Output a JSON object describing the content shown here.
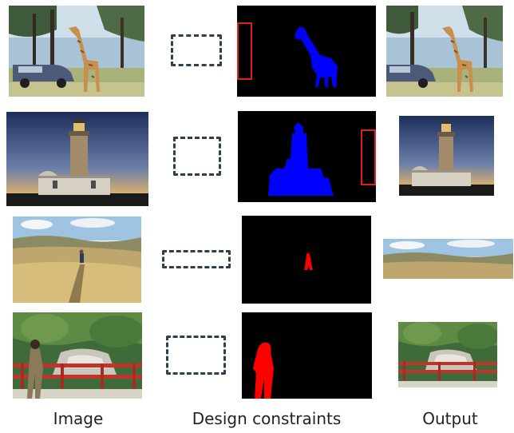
{
  "captions": {
    "image": "Image",
    "constraints": "Design constraints",
    "output": "Output"
  },
  "colors": {
    "mask_background": "#000000",
    "mask_blue": "#0000ff",
    "mask_red": "#ff0000",
    "constraint_box": "#e02020",
    "dashed_frame": "#2f3f4c"
  },
  "rows": [
    {
      "subject": "giraffe-and-car",
      "mask_color": "blue",
      "has_exclusion_box": true
    },
    {
      "subject": "lighthouse",
      "mask_color": "blue",
      "has_exclusion_box": true
    },
    {
      "subject": "hiker-in-grassland",
      "mask_color": "red",
      "has_exclusion_box": false
    },
    {
      "subject": "person-at-bridge",
      "mask_color": "red",
      "has_exclusion_box": false
    }
  ]
}
